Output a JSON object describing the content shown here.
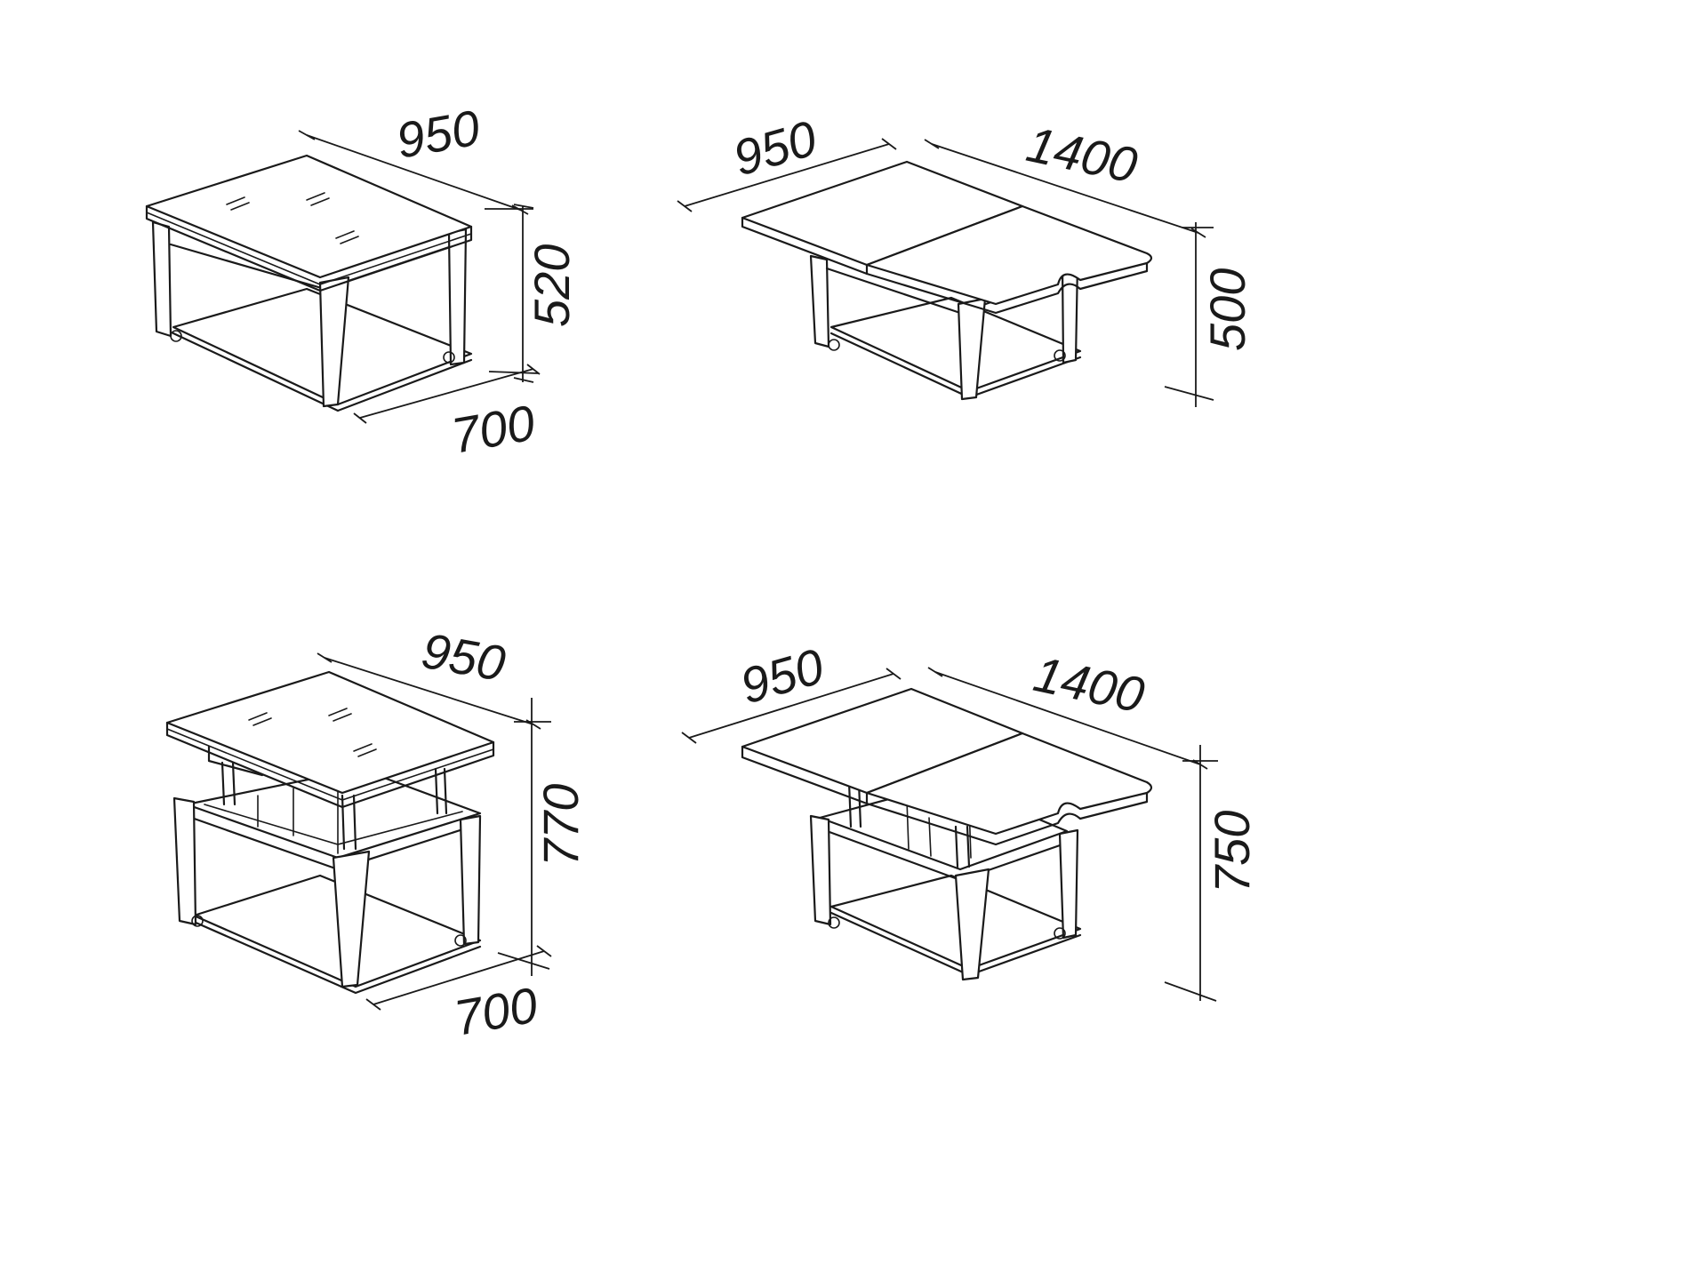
{
  "colors": {
    "ink": "#1a1a1a",
    "paper": "#ffffff"
  },
  "views": [
    {
      "name": "closed-low",
      "dimensions": {
        "width": "950",
        "length": "",
        "depth": "700",
        "height": "520"
      }
    },
    {
      "name": "open-low",
      "dimensions": {
        "width": "950",
        "length": "1400",
        "depth": "",
        "height": "500"
      }
    },
    {
      "name": "closed-high",
      "dimensions": {
        "width": "950",
        "length": "",
        "depth": "700",
        "height": "770"
      }
    },
    {
      "name": "open-high",
      "dimensions": {
        "width": "950",
        "length": "1400",
        "depth": "",
        "height": "750"
      }
    }
  ]
}
